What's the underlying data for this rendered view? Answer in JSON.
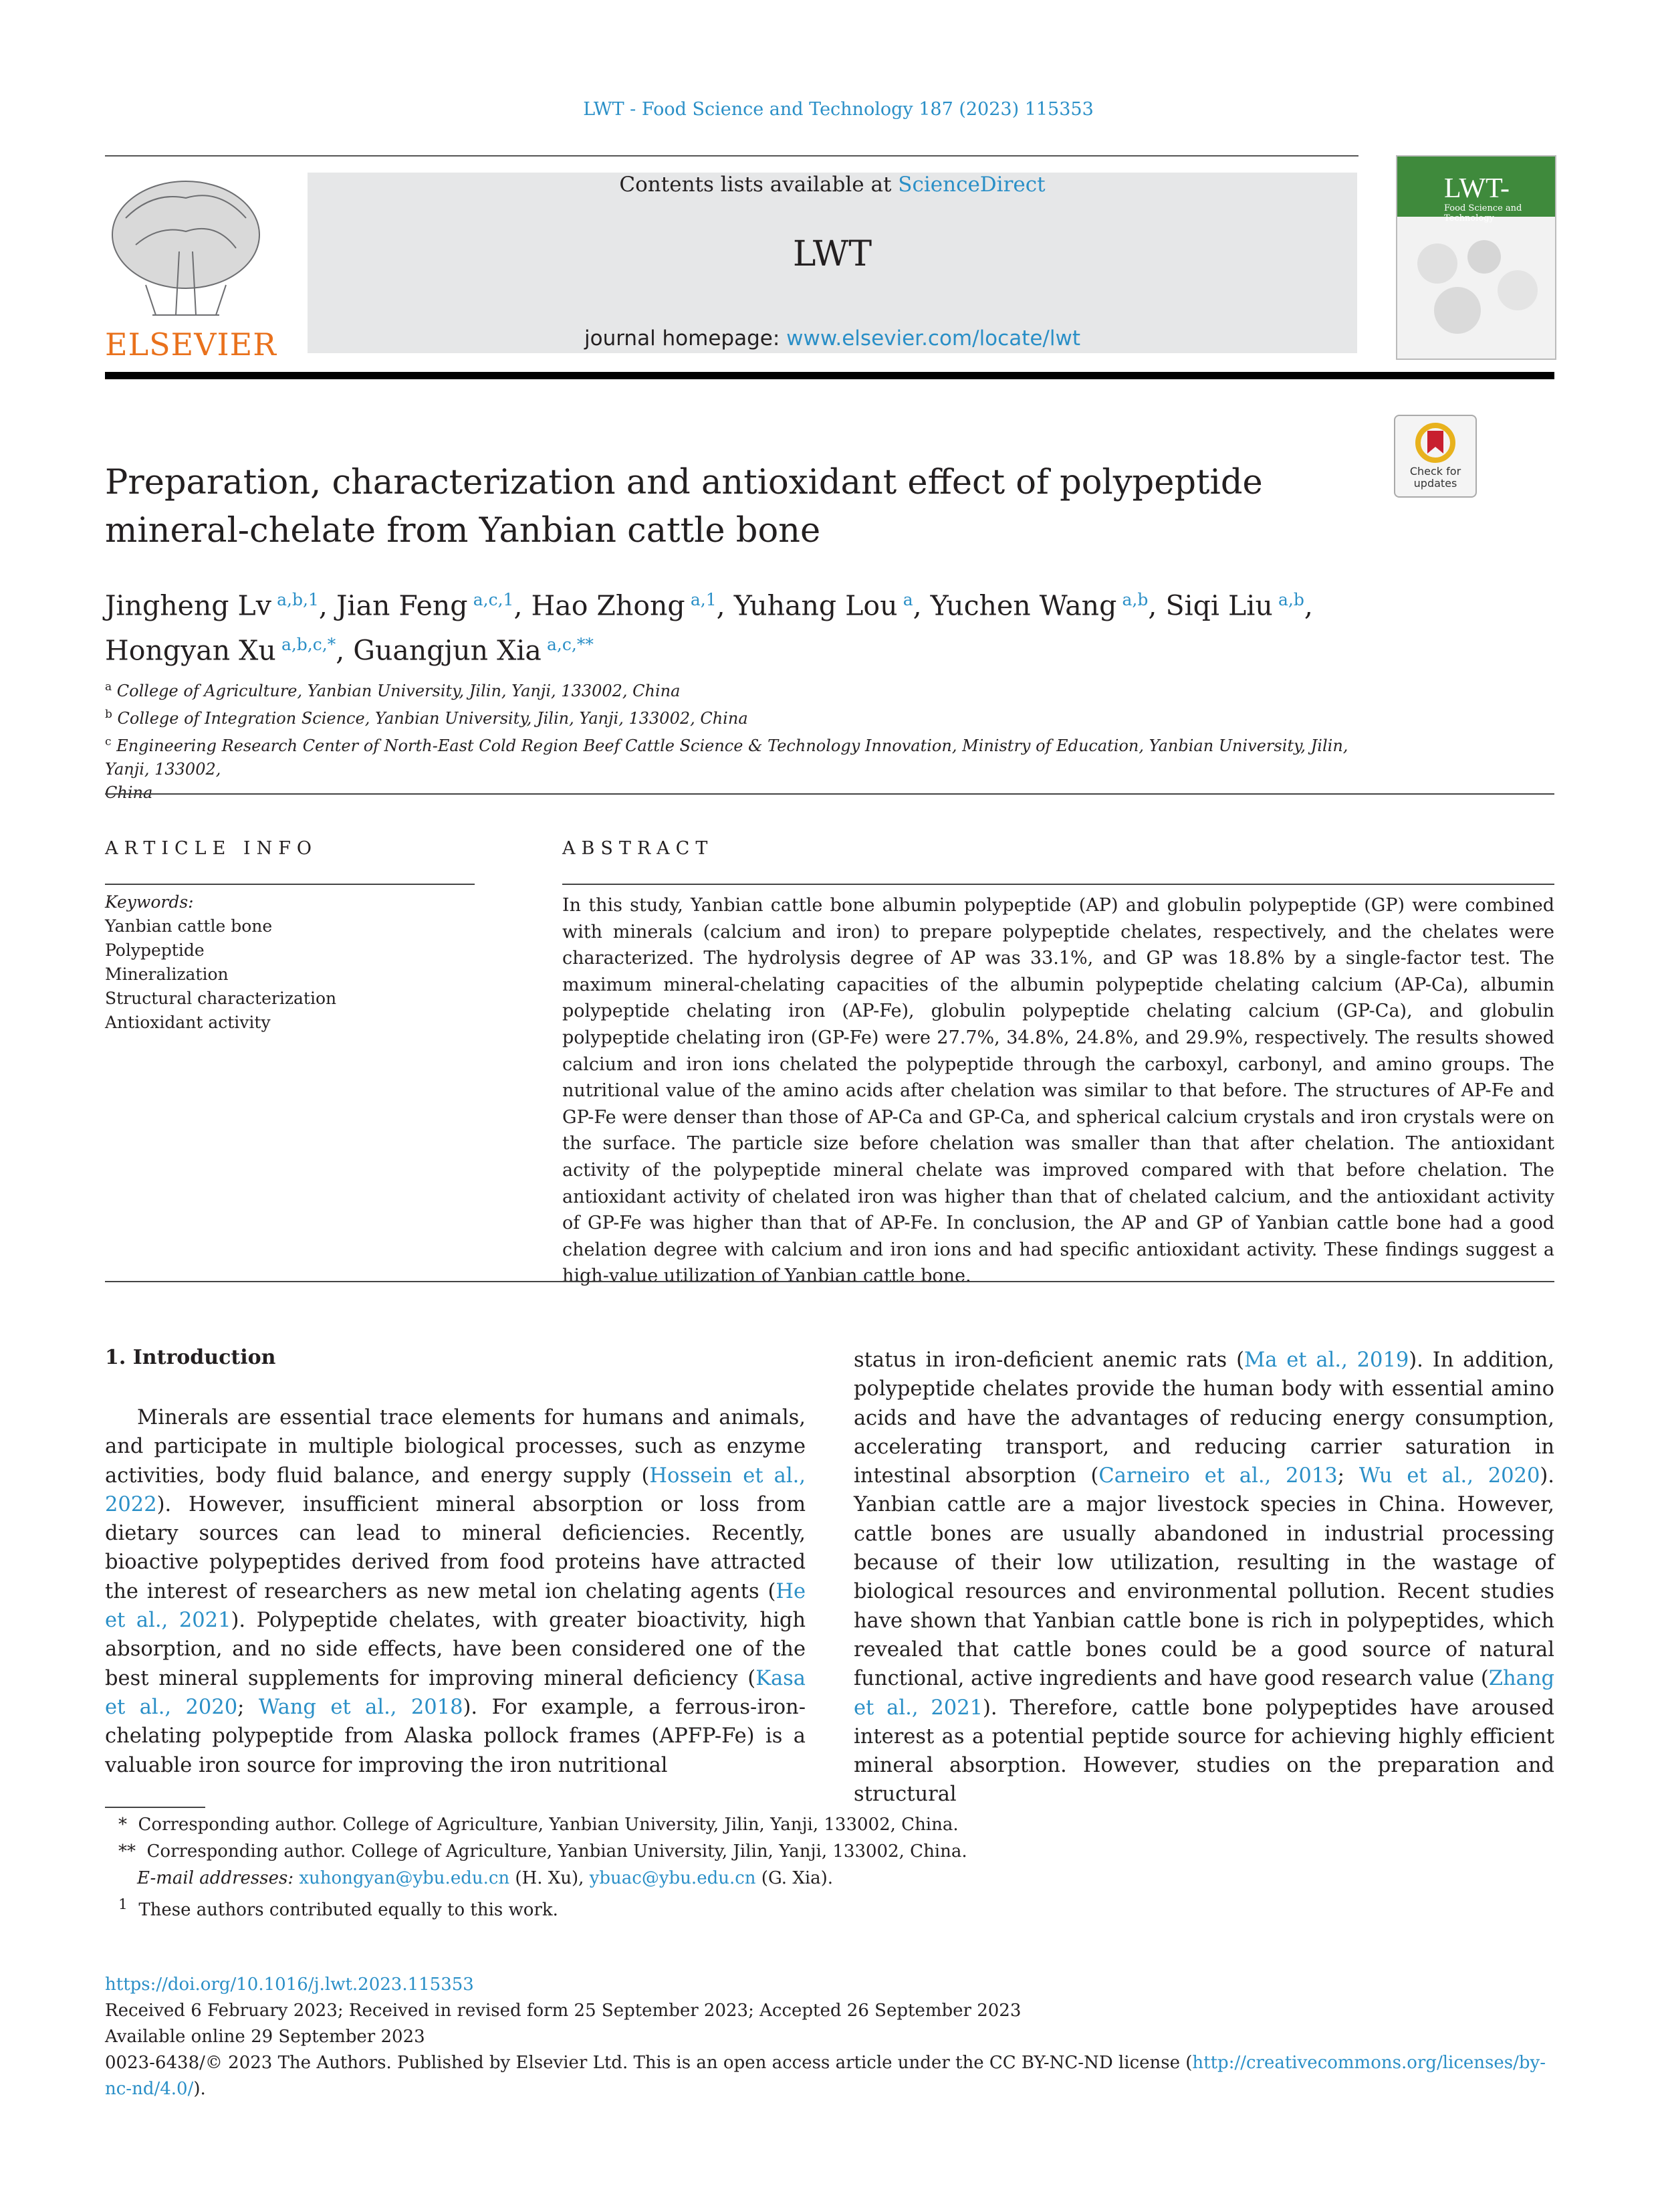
{
  "header": {
    "journal_ref": "LWT - Food Science and Technology 187 (2023) 115353",
    "contents_prefix": "Contents lists available at ",
    "contents_link": "ScienceDirect",
    "journal_name": "LWT",
    "homepage_prefix": "journal homepage: ",
    "homepage_link": "www.elsevier.com/locate/lwt",
    "publisher": "ELSEVIER",
    "cover_title": "LWT-",
    "cover_subtitle": "Food Science and Technology",
    "check_updates": "Check for updates"
  },
  "article": {
    "title_line1": "Preparation, characterization and antioxidant effect of polypeptide",
    "title_line2": "mineral-chelate from Yanbian cattle bone",
    "authors": [
      {
        "name": "Jingheng Lv",
        "sup": "a,b,1"
      },
      {
        "name": "Jian Feng",
        "sup": "a,c,1"
      },
      {
        "name": "Hao Zhong",
        "sup": "a,1"
      },
      {
        "name": "Yuhang Lou",
        "sup": "a"
      },
      {
        "name": "Yuchen Wang",
        "sup": "a,b"
      },
      {
        "name": "Siqi Liu",
        "sup": "a,b"
      },
      {
        "name": "Hongyan Xu",
        "sup": "a,b,c,*"
      },
      {
        "name": "Guangjun Xia",
        "sup": "a,c,**"
      }
    ],
    "affiliations": [
      {
        "mark": "a",
        "text": "College of Agriculture, Yanbian University, Jilin, Yanji, 133002, China"
      },
      {
        "mark": "b",
        "text": "College of Integration Science, Yanbian University, Jilin, Yanji, 133002, China"
      },
      {
        "mark": "c",
        "text": "Engineering Research Center of North-East Cold Region Beef Cattle Science & Technology Innovation, Ministry of Education, Yanbian University, Jilin, Yanji, 133002,"
      },
      {
        "mark": "",
        "text": "China"
      }
    ]
  },
  "article_info": {
    "heading": "ARTICLE INFO",
    "keywords_label": "Keywords:",
    "keywords": [
      "Yanbian cattle bone",
      "Polypeptide",
      "Mineralization",
      "Structural characterization",
      "Antioxidant activity"
    ]
  },
  "abstract": {
    "heading": "ABSTRACT",
    "text": "In this study, Yanbian cattle bone albumin polypeptide (AP) and globulin polypeptide (GP) were combined with minerals (calcium and iron) to prepare polypeptide chelates, respectively, and the chelates were characterized. The hydrolysis degree of AP was 33.1%, and GP was 18.8% by a single-factor test. The maximum mineral-chelating capacities of the albumin polypeptide chelating calcium (AP-Ca), albumin polypeptide chelating iron (AP-Fe), globulin polypeptide chelating calcium (GP-Ca), and globulin polypeptide chelating iron (GP-Fe) were 27.7%, 34.8%, 24.8%, and 29.9%, respectively. The results showed calcium and iron ions chelated the polypeptide through the carboxyl, carbonyl, and amino groups. The nutritional value of the amino acids after chelation was similar to that before. The structures of AP-Fe and GP-Fe were denser than those of AP-Ca and GP-Ca, and spherical calcium crystals and iron crystals were on the surface. The particle size before chelation was smaller than that after chelation. The antioxidant activity of the polypeptide mineral chelate was improved compared with that before chelation. The antioxidant activity of chelated iron was higher than that of chelated calcium, and the antioxidant activity of GP-Fe was higher than that of AP-Fe. In conclusion, the AP and GP of Yanbian cattle bone had a good chelation degree with calcium and iron ions and had specific antioxidant activity. These findings suggest a high-value utilization of Yanbian cattle bone."
  },
  "intro": {
    "heading": "1.  Introduction",
    "left": {
      "t1": "Minerals are essential trace elements for humans and animals, and participate in multiple biological processes, such as enzyme activities, body fluid balance, and energy supply (",
      "c1": "Hossein et al., 2022",
      "t2": "). However, insufficient mineral absorption or loss from dietary sources can lead to mineral deficiencies. Recently, bioactive polypeptides derived from food proteins have attracted the interest of researchers as new metal ion chelating agents (",
      "c2": "He et al., 2021",
      "t3": "). Polypeptide chelates, with greater bioactivity, high absorption, and no side effects, have been considered one of the best mineral supplements for improving mineral deficiency (",
      "c3": "Kasa et al., 2020",
      "t4": "; ",
      "c4": "Wang et al., 2018",
      "t5": "). For example, a ferrous-iron-chelating polypeptide from Alaska pollock frames (APFP-Fe) is a valuable iron source for improving the iron nutritional"
    },
    "right": {
      "t1": "status in iron-deficient anemic rats (",
      "c1": "Ma et al., 2019",
      "t2": "). In addition, polypeptide chelates provide the human body with essential amino acids and have the advantages of reducing energy consumption, accelerating transport, and reducing carrier saturation in intestinal absorption (",
      "c2": "Carneiro et al., 2013",
      "t3": "; ",
      "c3": "Wu et al., 2020",
      "t4": "). Yanbian cattle are a major livestock species in China. However, cattle bones are usually abandoned in industrial processing because of their low utilization, resulting in the wastage of biological resources and environmental pollution. Recent studies have shown that Yanbian cattle bone is rich in polypeptides, which revealed that cattle bones could be a good source of natural functional, active ingredients and have good research value (",
      "c4": "Zhang et al., 2021",
      "t5": "). Therefore, cattle bone polypeptides have aroused interest as a potential peptide source for achieving highly efficient mineral absorption. However, studies on the preparation and structural"
    }
  },
  "footnotes": {
    "f1_mark": "*",
    "f1": "Corresponding author. College of Agriculture, Yanbian University, Jilin, Yanji, 133002, China.",
    "f2_mark": "**",
    "f2": "Corresponding author. College of Agriculture, Yanbian University, Jilin, Yanji, 133002, China.",
    "email_label": "E-mail addresses:",
    "email1": "xuhongyan@ybu.edu.cn",
    "email1_who": " (H. Xu), ",
    "email2": "ybuac@ybu.edu.cn",
    "email2_who": " (G. Xia).",
    "f3_mark": "1",
    "f3": "These authors contributed equally to this work."
  },
  "pub_info": {
    "doi": "https://doi.org/10.1016/j.lwt.2023.115353",
    "received": "Received 6 February 2023; Received in revised form 25 September 2023; Accepted 26 September 2023",
    "online": "Available online 29 September 2023",
    "license_text": "0023-6438/© 2023 The Authors. Published by Elsevier Ltd. This is an open access article under the CC BY-NC-ND license (",
    "license_link": "http://creativecommons.org/licenses/by-nc-nd/4.0/",
    "license_end": ")."
  }
}
